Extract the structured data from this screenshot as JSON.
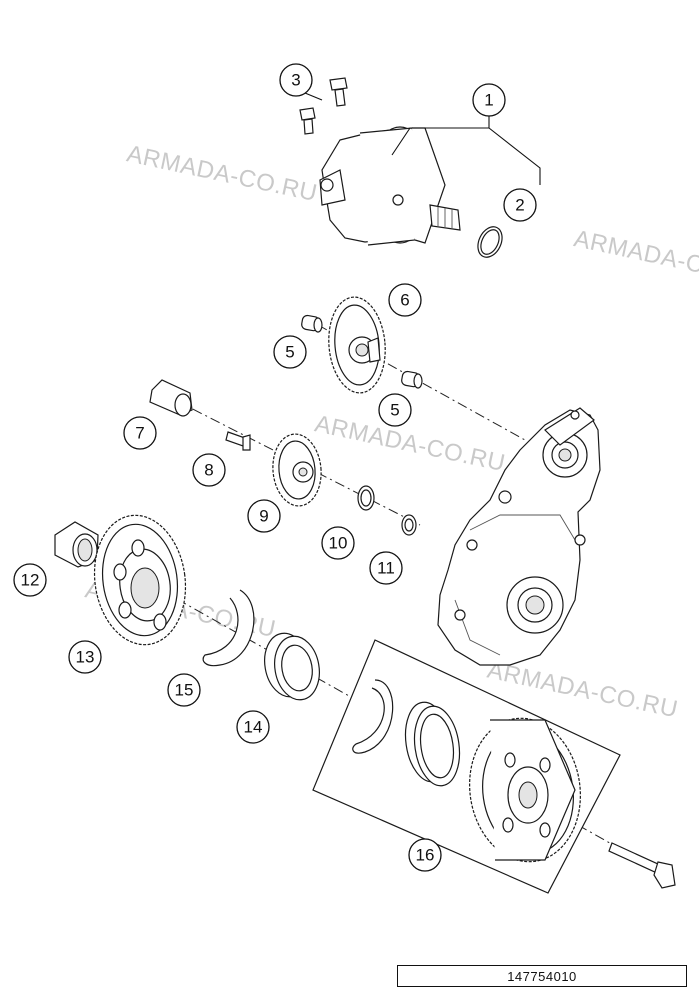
{
  "watermark": "ARMADA-CO.RU",
  "reference_number": "147754010",
  "callouts": [
    "1",
    "2",
    "3",
    "5",
    "5",
    "6",
    "7",
    "8",
    "9",
    "10",
    "11",
    "12",
    "13",
    "14",
    "15",
    "16"
  ]
}
